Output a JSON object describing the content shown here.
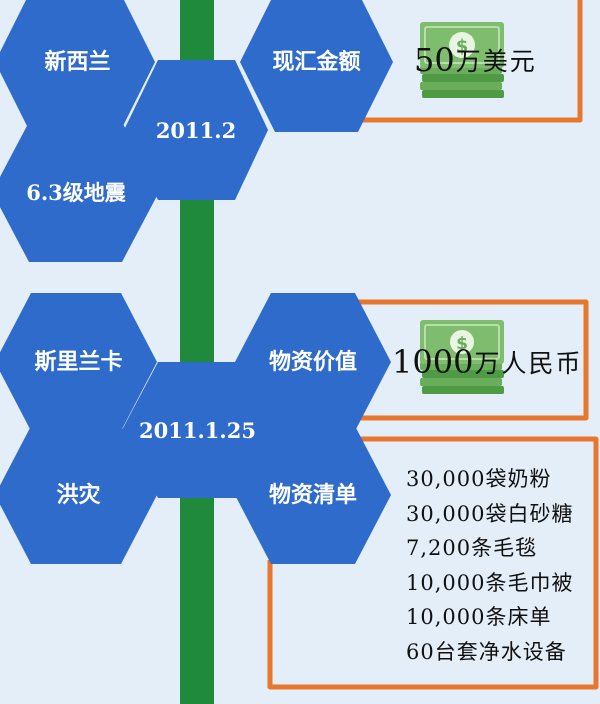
{
  "colors": {
    "background": "#e3eef9",
    "hexagon": "#2e6bcb",
    "timeline": "#1f8a3b",
    "frame": "#e8772e",
    "money": "#7dbd6d"
  },
  "events": [
    {
      "country": "新西兰",
      "disaster": "6.3级地震",
      "date": "2011.2",
      "aid_type": "现汇金额",
      "amount_number": "50",
      "amount_unit": "万美元",
      "icon": "money-stack-icon"
    },
    {
      "country": "斯里兰卡",
      "disaster": "洪灾",
      "date": "2011.1.25",
      "aid_type": "物资价值",
      "amount_number": "1000",
      "amount_unit": "万人民币",
      "icon": "money-stack-icon",
      "list_label": "物资清单",
      "supplies": [
        "30,000袋奶粉",
        "30,000袋白砂糖",
        "7,200条毛毯",
        "10,000条毛巾被",
        "10,000条床单",
        "60台套净水设备"
      ]
    }
  ]
}
